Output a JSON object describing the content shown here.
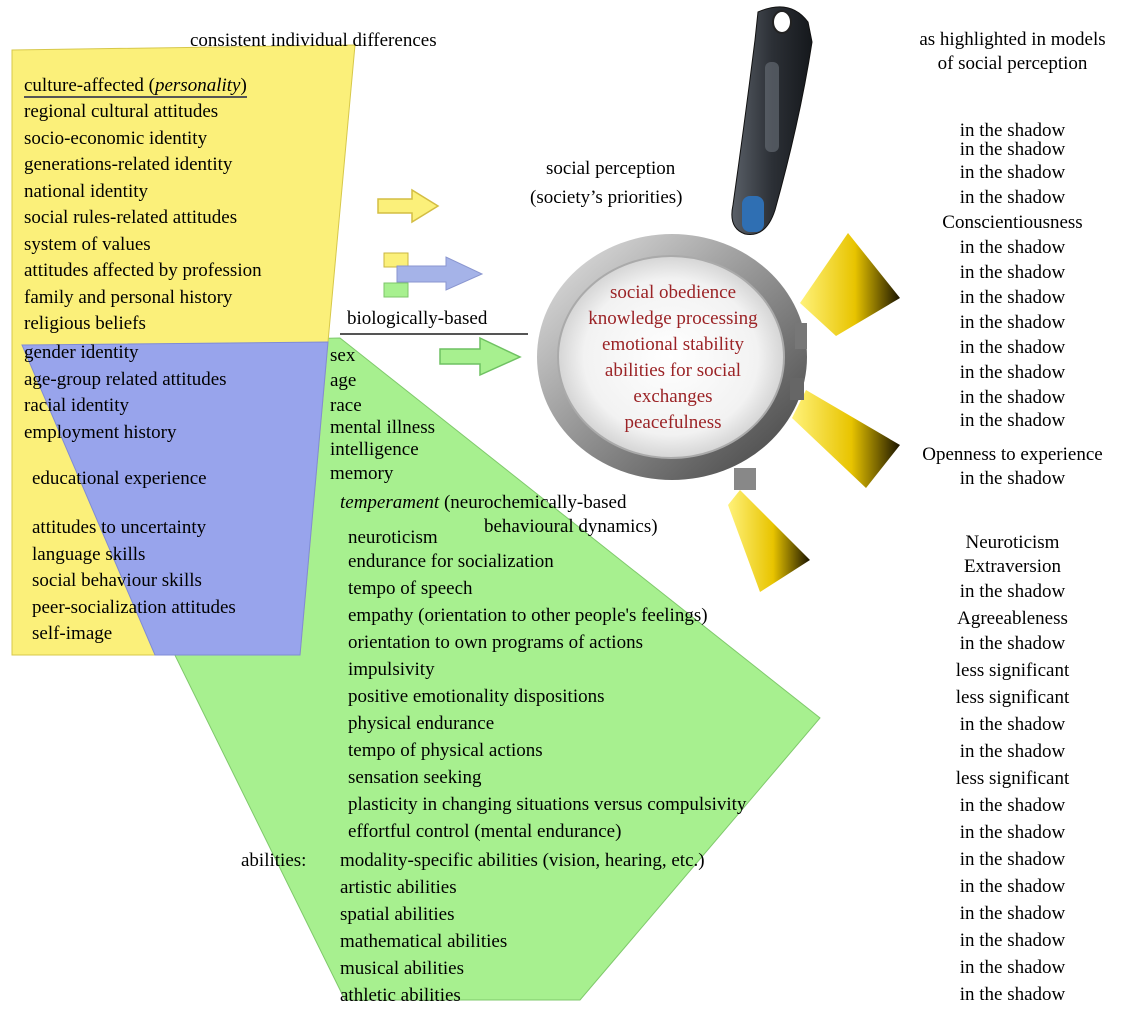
{
  "header_left": "consistent individual differences",
  "header_right_1": "as highlighted in models",
  "header_right_2": "of social perception",
  "culture_heading": {
    "prefix": "culture-affected (",
    "italic": "personality",
    "suffix": ")"
  },
  "culture_items": [
    "regional cultural attitudes",
    "socio-economic identity",
    "generations-related identity",
    "national identity",
    "social rules-related attitudes",
    "system of values",
    "attitudes affected by profession",
    "family and personal history",
    "religious beliefs"
  ],
  "overlap_items": [
    "gender identity",
    "age-group related attitudes",
    "racial identity",
    "employment history"
  ],
  "overlap_items_2": [
    "educational experience"
  ],
  "overlap_items_3": [
    "attitudes to uncertainty",
    "language skills",
    "social behaviour skills",
    "peer-socialization attitudes",
    "self-image"
  ],
  "bio_heading": "biologically-based",
  "bio_items": [
    "sex",
    "age",
    "race",
    "mental illness",
    "intelligence",
    "memory"
  ],
  "temperament_heading": {
    "italic": "temperament",
    "rest": " (neurochemically-based",
    "line2": "behavioural dynamics)"
  },
  "temperament_items": [
    "neuroticism",
    "endurance for socialization",
    "tempo of speech",
    "empathy (orientation to other people's feelings)",
    "orientation to own programs of actions",
    "impulsivity",
    "positive emotionality dispositions",
    "physical endurance",
    "tempo of physical actions",
    "sensation seeking",
    "plasticity in changing situations versus compulsivity",
    "effortful control (mental endurance)"
  ],
  "abilities_label": "abilities:",
  "abilities_items": [
    "modality-specific abilities (vision, hearing, etc.)",
    "artistic abilities",
    "spatial abilities",
    "mathematical abilities",
    "musical abilities",
    "athletic abilities"
  ],
  "social_perception_1": "social perception",
  "social_perception_2": "(society’s priorities)",
  "lens_items": [
    "social obedience",
    "knowledge processing",
    "emotional stability",
    "abilities for social",
    "exchanges",
    "peacefulness"
  ],
  "right_block_1": [
    "in the shadow",
    "in the shadow",
    "in the shadow",
    "in the shadow",
    "Conscientiousness",
    "in the shadow",
    "in the shadow",
    "in the shadow",
    "in the shadow",
    "in the shadow",
    "in the shadow",
    "in the shadow",
    "in the shadow"
  ],
  "right_block_2": [
    "Openness to experience",
    "in the shadow"
  ],
  "right_block_3": [
    "Neuroticism",
    "Extraversion",
    "in the shadow",
    "Agreeableness",
    "in the shadow",
    "less significant",
    "less significant",
    "in the shadow",
    "in the shadow",
    "less significant",
    "in the shadow",
    "in the shadow",
    "in the shadow",
    "in the shadow",
    "in the shadow",
    "in the shadow",
    "in the shadow",
    "in the shadow"
  ],
  "colors": {
    "culture_fill": "#fbf07a",
    "bio_fill": "#a7f08f",
    "overlap_fill": "#98a4ec",
    "lens_text": "#9b2326",
    "handle": "#3a3f45",
    "handle_grip": "#2f6fb3"
  }
}
